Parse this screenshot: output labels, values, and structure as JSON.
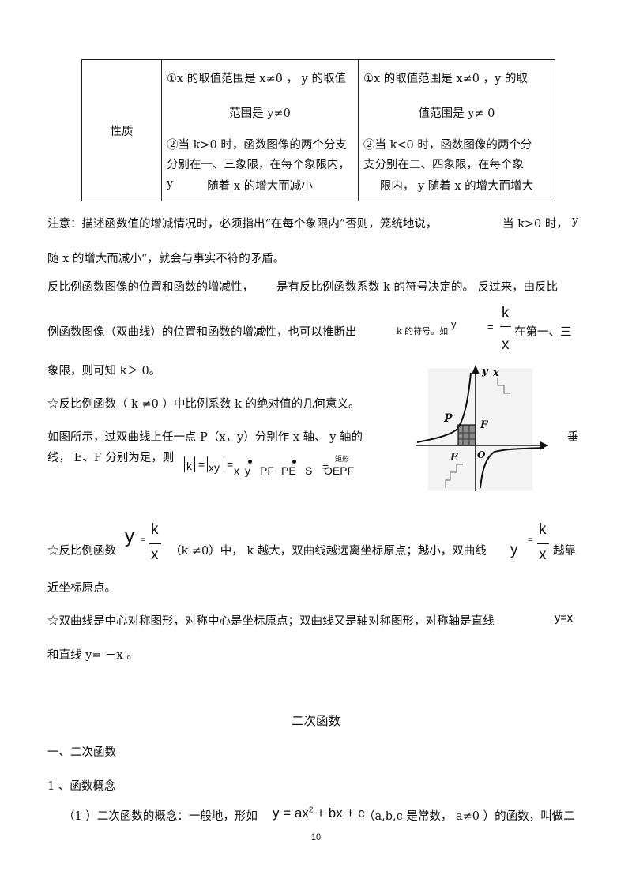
{
  "table": {
    "label": "性质",
    "col1": {
      "p1a": "①x 的取值范围是 x≠0 ， y 的取值",
      "p1b": "范围是 y≠0",
      "p2a": "②当 k>0 时，函数图像的两个分支",
      "p2b": "分别在一、三象限，在每个象限内， y",
      "p2c": "随着 x 的增大而减小"
    },
    "col2": {
      "p1a": "①x 的取值范围是 x≠0 ，y 的取",
      "p1b": "值范围是 y≠ 0",
      "p2a": "②当 k<0 时，函数图像的两个分",
      "p2b": "支分别在二、四象限，在每个象",
      "p2c": "限内， y 随着 x 的增大而增大"
    }
  },
  "note": {
    "l1a": "注意：描述函数值的增减情况时，必须指出“在每个象限内”否则，笼统地说，",
    "l1b": "当 k>0  时，",
    "l1c": "y",
    "l2": "随 x  的增大而减小“，就会与事实不符的矛盾。"
  },
  "para2": {
    "l1a": "反比例函数图像的位置和函数的增减性，",
    "l1b": "是有反比例函数系数   k 的符号决定的。 反过来，由反比",
    "l2a": "例函数图像（双曲线）的位置和函数的增减性，也可以推断出",
    "l2b": "k 的符号。如",
    "l2c": "在第一、三",
    "l3": "象限，则可知  k＞ 0。"
  },
  "frac": {
    "y": "y",
    "eq": "=",
    "num": "k",
    "den": "x"
  },
  "star1": "☆反比例函数（ k ≠0 ）中比例系数  k 的绝对值的几何意义。",
  "para3": {
    "l1a": "如图所示，过双曲线上任一点     P（x，y）分别作 x 轴、  y 轴的",
    "l1b": "垂",
    "l2a": "线，  E、F 分别为足，则",
    "rect_label": "矩形",
    "formula": {
      "k": "k",
      "eq1": "=",
      "xy": "xy",
      "eq2": "=",
      "x": "x",
      "y": "y",
      "pf": "PF",
      "pe": "PE",
      "s": "S",
      "eq3": "=",
      "oepf": "OEPF"
    }
  },
  "figure": {
    "label_y": "y",
    "label_x": "x",
    "label_p": "P",
    "label_f": "F",
    "label_e": "E",
    "label_o": "O"
  },
  "star2": {
    "prefix": "☆反比例函数",
    "mid": "（k ≠0）中， k  越大，双曲线越远离坐标原点；越小，双曲线",
    "suffix": "越靠",
    "l2": "近坐标原点。"
  },
  "star3": {
    "l1a": "☆双曲线是中心对称图形，对称中心是坐标原点；双曲线又是轴对称图形，对称轴是直线",
    "l1b": "y=x",
    "l2": "和直线  y= －x 。"
  },
  "section_title": "二次函数",
  "h1": "一、二次函数",
  "h2": "1 、函数概念",
  "def": {
    "a": "（1 ）二次函数的概念：一般地，形如",
    "formula": "y = ax",
    "sup": "2",
    "b": " + bx + c",
    "c": "（a,b,c 是常数， a≠0 ）的函数，叫做二"
  },
  "page_number": "10"
}
